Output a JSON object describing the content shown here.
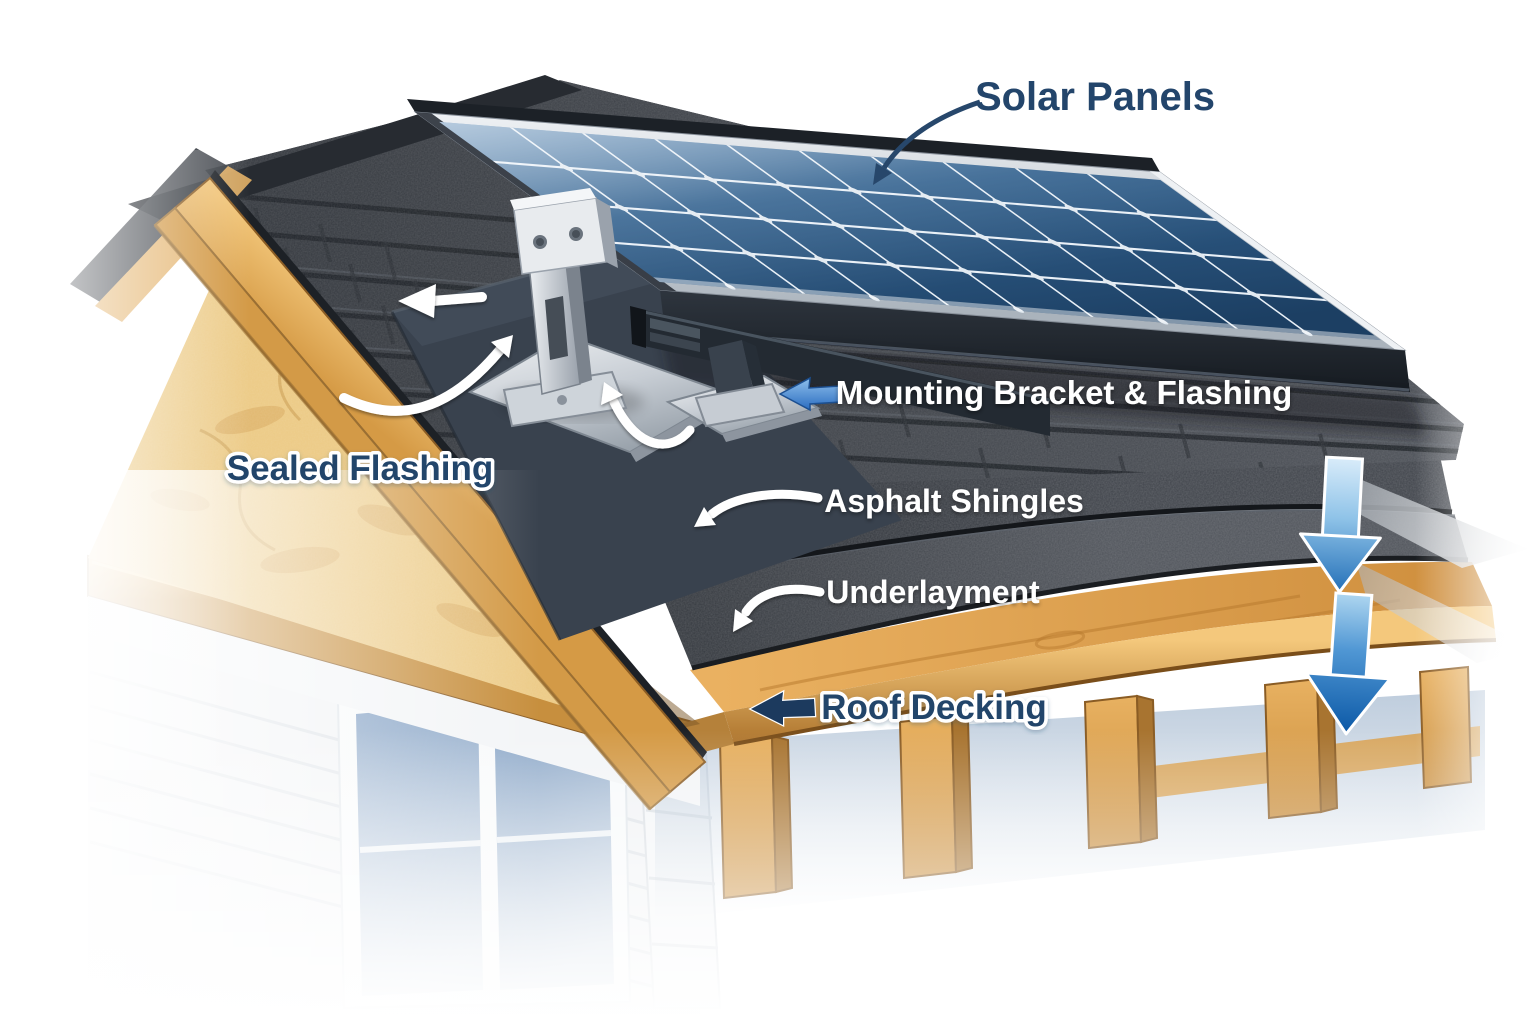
{
  "diagram": {
    "labels": {
      "solar_panels": "Solar Panels",
      "mounting_bracket_flashing": "Mounting Bracket & Flashing",
      "sealed_flashing": "Sealed Flashing",
      "asphalt_shingles": "Asphalt Shingles",
      "underlayment": "Underlayment",
      "roof_decking": "Roof Decking"
    },
    "colors": {
      "label_navy": "#23456b",
      "label_white": "#ffffff",
      "pointer_blue": "#4a90d9",
      "flow_arrow_blue_dark": "#0d5ba9",
      "panel_cell_blue": "#2e5c8e",
      "panel_grid_white": "#e9f0f7",
      "shingle_charcoal": "#3e4248",
      "underlayment_gray": "#4a4e54",
      "decking_wood": "#e0a255",
      "osb_wood": "#ecca85",
      "framing_wood": "#e4b369"
    },
    "icons": {
      "solar_panels_pointer": "curved-arrow-icon",
      "mounting_pointer": "left-arrow-icon",
      "sealed_flashing_pointers": "curved-arrow-icon",
      "asphalt_pointer": "curved-arrow-icon",
      "underlayment_pointer": "curved-arrow-icon",
      "roof_decking_pointer": "left-arrow-icon",
      "layer_flow": "down-arrow-icon"
    }
  }
}
